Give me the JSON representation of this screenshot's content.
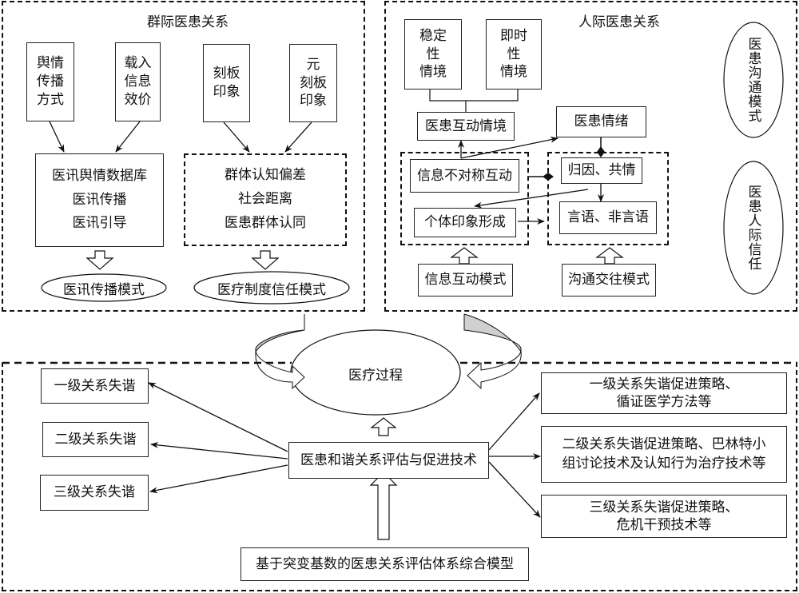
{
  "group": {
    "title": "群际医患关系",
    "inputs": [
      {
        "lines": [
          "舆情",
          "传播",
          "方式"
        ]
      },
      {
        "lines": [
          "载入",
          "信息",
          "效价"
        ]
      },
      {
        "lines": [
          "刻板",
          "印象"
        ]
      },
      {
        "lines": [
          "元",
          "刻板",
          "印象"
        ]
      }
    ],
    "info_box": {
      "lines": [
        "医讯舆情数据库",
        "医讯传播",
        "医讯引导"
      ]
    },
    "cognition_box": {
      "lines": [
        "群体认知偏差",
        "社会距离",
        "医患群体认同"
      ]
    },
    "mode_left": "医讯传播模式",
    "mode_right": "医疗制度信任模式"
  },
  "interpersonal": {
    "title": "人际医患关系",
    "situations": [
      {
        "lines": [
          "稳定",
          "性",
          "情境"
        ]
      },
      {
        "lines": [
          "即时",
          "性",
          "情境"
        ]
      }
    ],
    "interaction_situation": "医患互动情境",
    "emotion": "医患情绪",
    "asymmetric": "信息不对称互动",
    "impression": "个体印象形成",
    "attribution": "归因、共情",
    "verbal": "言语、非言语",
    "info_mode": "信息互动模式",
    "comm_mode": "沟通交往模式",
    "side_top": "医患沟通模式",
    "side_bottom": "医患人际信任"
  },
  "medical_process": "医疗过程",
  "bottom": {
    "center": "医患和谐关系评估与促进技术",
    "base": "基于突变基数的医患关系评估体系综合模型",
    "left": [
      "一级关系失谐",
      "二级关系失谐",
      "三级关系失谐"
    ],
    "right": [
      {
        "lines": [
          "一级关系失谐促进策略、",
          "循证医学方法等"
        ]
      },
      {
        "lines": [
          "二级关系失谐促进策略、巴林特小",
          "组讨论技术及认知行为治疗技术等"
        ]
      },
      {
        "lines": [
          "三级关系失谐促进策略、",
          "危机干预技术等"
        ]
      }
    ]
  },
  "colors": {
    "line": "#111111",
    "curved_arrow_fill": "#d0d0d0",
    "background": "#ffffff"
  }
}
